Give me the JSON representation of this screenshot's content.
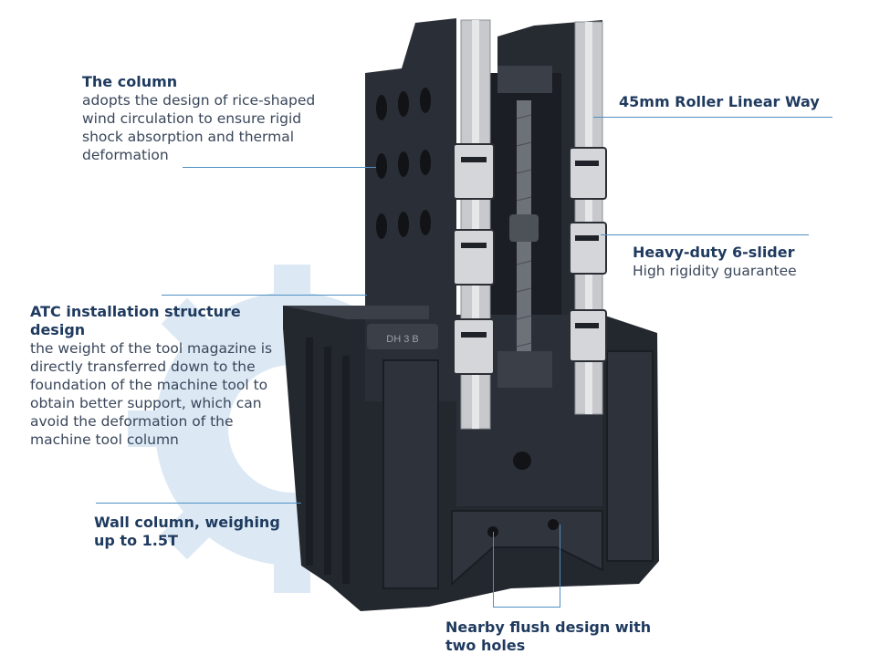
{
  "colors": {
    "leader": "#4f8fc4",
    "heading": "#1f3a5f",
    "body_text": "#39465a",
    "watermark": "#dce9f4",
    "casting": "#23272e",
    "rail": "#c7c9cc"
  },
  "labels": {
    "column": {
      "title": "The column",
      "lines": [
        "adopts the design of rice-shaped",
        "wind circulation to ensure rigid",
        "shock absorption and thermal",
        "deformation"
      ]
    },
    "linear_way": {
      "title": "45mm Roller Linear Way"
    },
    "slider": {
      "title": "Heavy-duty 6-slider",
      "lines": [
        "High rigidity guarantee"
      ]
    },
    "atc": {
      "title_lines": [
        "ATC installation structure",
        "design"
      ],
      "lines": [
        "the weight of the tool magazine is",
        "directly transferred down to the",
        "foundation of the machine tool to",
        "obtain better support, which can",
        "avoid the deformation of the",
        "machine tool column"
      ]
    },
    "wall": {
      "title_lines": [
        "Wall column, weighing",
        "up to 1.5T"
      ]
    },
    "holes": {
      "title_lines": [
        "Nearby flush design with",
        "two holes"
      ]
    }
  },
  "casting_plate_text": "DH 3 B"
}
